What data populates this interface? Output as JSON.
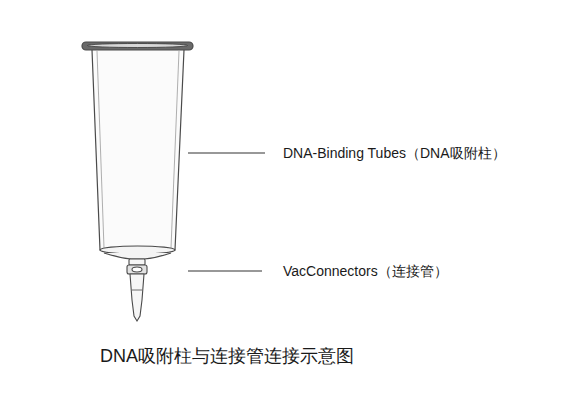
{
  "diagram": {
    "caption": "DNA吸附柱与连接管连接示意图",
    "labels": [
      "DNA-Binding Tubes（DNA吸附柱）",
      "VacConnectors（连接管）"
    ]
  }
}
